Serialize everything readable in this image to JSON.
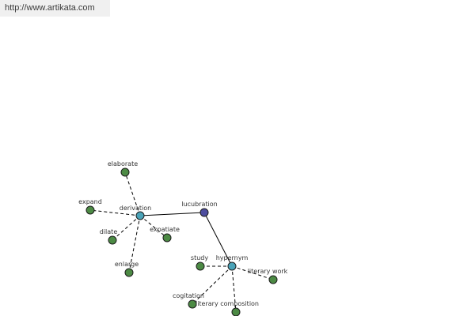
{
  "header": {
    "url": "http://www.artikata.com"
  },
  "graph": {
    "colors": {
      "center": "#4d4d9e",
      "hub": "#4aa3b8",
      "leaf": "#4c8a44"
    },
    "nodes": [
      {
        "id": "lucubration",
        "label": "lucubration",
        "kind": "center"
      },
      {
        "id": "derivation",
        "label": "derivation",
        "kind": "hub"
      },
      {
        "id": "hypernym",
        "label": "hypernym",
        "kind": "hub"
      },
      {
        "id": "elaborate",
        "label": "elaborate",
        "kind": "leaf"
      },
      {
        "id": "expand",
        "label": "expand",
        "kind": "leaf"
      },
      {
        "id": "dilate",
        "label": "dilate",
        "kind": "leaf"
      },
      {
        "id": "enlarge",
        "label": "enlarge",
        "kind": "leaf"
      },
      {
        "id": "expatiate",
        "label": "expatiate",
        "kind": "leaf"
      },
      {
        "id": "study",
        "label": "study",
        "kind": "leaf"
      },
      {
        "id": "literary-work",
        "label": "literary work",
        "kind": "leaf"
      },
      {
        "id": "cogitation",
        "label": "cogitation",
        "kind": "leaf"
      },
      {
        "id": "literary-composition",
        "label": "literary composition",
        "kind": "leaf"
      }
    ],
    "edges": [
      {
        "from": "lucubration",
        "to": "derivation",
        "style": "solid"
      },
      {
        "from": "lucubration",
        "to": "hypernym",
        "style": "solid"
      },
      {
        "from": "derivation",
        "to": "elaborate",
        "style": "dashed"
      },
      {
        "from": "derivation",
        "to": "expand",
        "style": "dashed"
      },
      {
        "from": "derivation",
        "to": "dilate",
        "style": "dashed"
      },
      {
        "from": "derivation",
        "to": "enlarge",
        "style": "dashed"
      },
      {
        "from": "derivation",
        "to": "expatiate",
        "style": "dashed"
      },
      {
        "from": "hypernym",
        "to": "study",
        "style": "dashed"
      },
      {
        "from": "hypernym",
        "to": "literary-work",
        "style": "dashed"
      },
      {
        "from": "hypernym",
        "to": "cogitation",
        "style": "dashed"
      },
      {
        "from": "hypernym",
        "to": "literary-composition",
        "style": "dashed"
      }
    ]
  }
}
